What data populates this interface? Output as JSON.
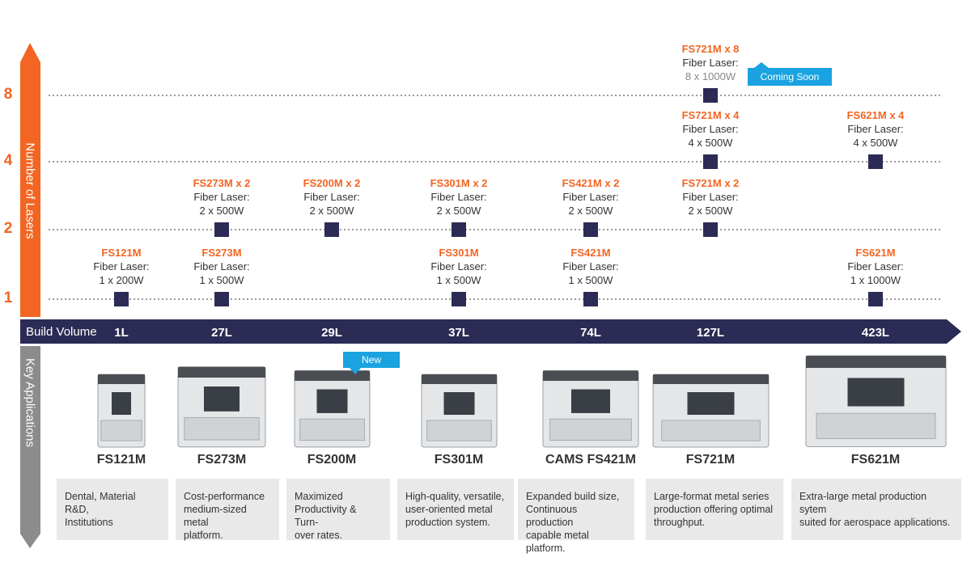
{
  "chart_data": {
    "type": "scatter",
    "ylabel": "Number of Lasers",
    "xlabel": "Build Volume",
    "y_ticks": [
      "1",
      "2",
      "4",
      "8"
    ],
    "x_categories": [
      "1L",
      "27L",
      "29L",
      "37L",
      "74L",
      "127L",
      "423L"
    ],
    "points": [
      {
        "x": "1L",
        "y": 1,
        "model": "FS121M",
        "laser": "Fiber Laser:",
        "power": "1 x 200W"
      },
      {
        "x": "27L",
        "y": 1,
        "model": "FS273M",
        "laser": "Fiber Laser:",
        "power": "1 x 500W"
      },
      {
        "x": "27L",
        "y": 2,
        "model": "FS273M x 2",
        "laser": "Fiber Laser:",
        "power": "2 x 500W"
      },
      {
        "x": "29L",
        "y": 2,
        "model": "FS200M x 2",
        "laser": "Fiber Laser:",
        "power": "2 x 500W"
      },
      {
        "x": "37L",
        "y": 1,
        "model": "FS301M",
        "laser": "Fiber Laser:",
        "power": "1 x 500W"
      },
      {
        "x": "37L",
        "y": 2,
        "model": "FS301M x 2",
        "laser": "Fiber Laser:",
        "power": "2 x 500W"
      },
      {
        "x": "74L",
        "y": 1,
        "model": "FS421M",
        "laser": "Fiber Laser:",
        "power": "1 x 500W"
      },
      {
        "x": "74L",
        "y": 2,
        "model": "FS421M x 2",
        "laser": "Fiber Laser:",
        "power": "2 x 500W"
      },
      {
        "x": "127L",
        "y": 2,
        "model": "FS721M x 2",
        "laser": "Fiber Laser:",
        "power": "2 x 500W"
      },
      {
        "x": "127L",
        "y": 4,
        "model": "FS721M x 4",
        "laser": "Fiber Laser:",
        "power": "4 x 500W"
      },
      {
        "x": "127L",
        "y": 8,
        "model": "FS721M x 8",
        "laser": "Fiber Laser:",
        "power": "8 x 1000W",
        "badge": "Coming Soon"
      },
      {
        "x": "423L",
        "y": 1,
        "model": "FS621M",
        "laser": "Fiber Laser:",
        "power": "1 x 1000W"
      },
      {
        "x": "423L",
        "y": 4,
        "model": "FS621M x 4",
        "laser": "Fiber Laser:",
        "power": "4 x 500W"
      }
    ],
    "grid": true
  },
  "key_applications": {
    "title": "Key Applications",
    "products": [
      {
        "name": "FS121M",
        "desc": [
          "Dental, Material",
          "R&D,",
          "Institutions"
        ]
      },
      {
        "name": "FS273M",
        "desc": [
          "Cost-performance",
          "medium-sized metal",
          "platform."
        ]
      },
      {
        "name": "FS200M",
        "desc": [
          "Maximized",
          "Productivity & Turn-",
          "over rates."
        ],
        "badge": "New"
      },
      {
        "name": "FS301M",
        "desc": [
          "High-quality, versatile,",
          "user-oriented metal",
          "production system."
        ]
      },
      {
        "name": "CAMS FS421M",
        "desc": [
          "Expanded build size,",
          "Continuous production",
          "capable metal platform."
        ]
      },
      {
        "name": "FS721M",
        "desc": [
          "Large-format metal series",
          "production offering optimal",
          "throughput."
        ]
      },
      {
        "name": "FS621M",
        "desc": [
          "Extra-large metal production sytem",
          "suited for aerospace applications."
        ]
      }
    ]
  },
  "colors": {
    "accent": "#f26522",
    "navy": "#2b2b55",
    "badge": "#1aa3e0",
    "grey": "#7a7a7a"
  }
}
